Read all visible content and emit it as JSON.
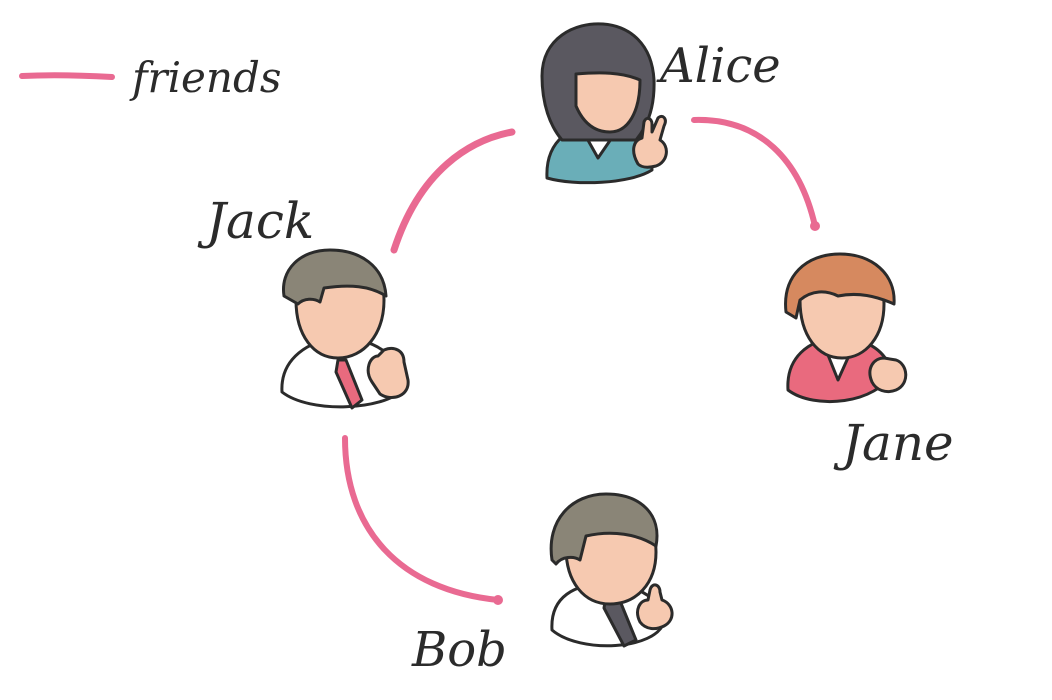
{
  "legend": {
    "label": "friends",
    "color": "#e96a92"
  },
  "nodes": [
    {
      "label": "Alice",
      "icon": "person-female-avatar-icon",
      "hair_color": "#5a5860",
      "shirt_color": "#6aaeb8"
    },
    {
      "label": "Jack",
      "icon": "person-male-avatar-icon",
      "hair_color": "#8a8577",
      "shirt_color": "#ffffff",
      "tie_color": "#e96a7e"
    },
    {
      "label": "Jane",
      "icon": "person-female-avatar-icon",
      "hair_color": "#d6895f",
      "shirt_color": "#e96a7e"
    },
    {
      "label": "Bob",
      "icon": "person-male-avatar-icon",
      "hair_color": "#8a8577",
      "shirt_color": "#ffffff",
      "tie_color": "#5a5860"
    }
  ],
  "edges": [
    {
      "from": "Alice",
      "to": "Jack",
      "relation": "friends"
    },
    {
      "from": "Alice",
      "to": "Jane",
      "relation": "friends"
    },
    {
      "from": "Jack",
      "to": "Bob",
      "relation": "friends"
    }
  ],
  "colors": {
    "skin": "#f6c9b0",
    "outline": "#2b2b2b",
    "edge": "#e96a92"
  }
}
